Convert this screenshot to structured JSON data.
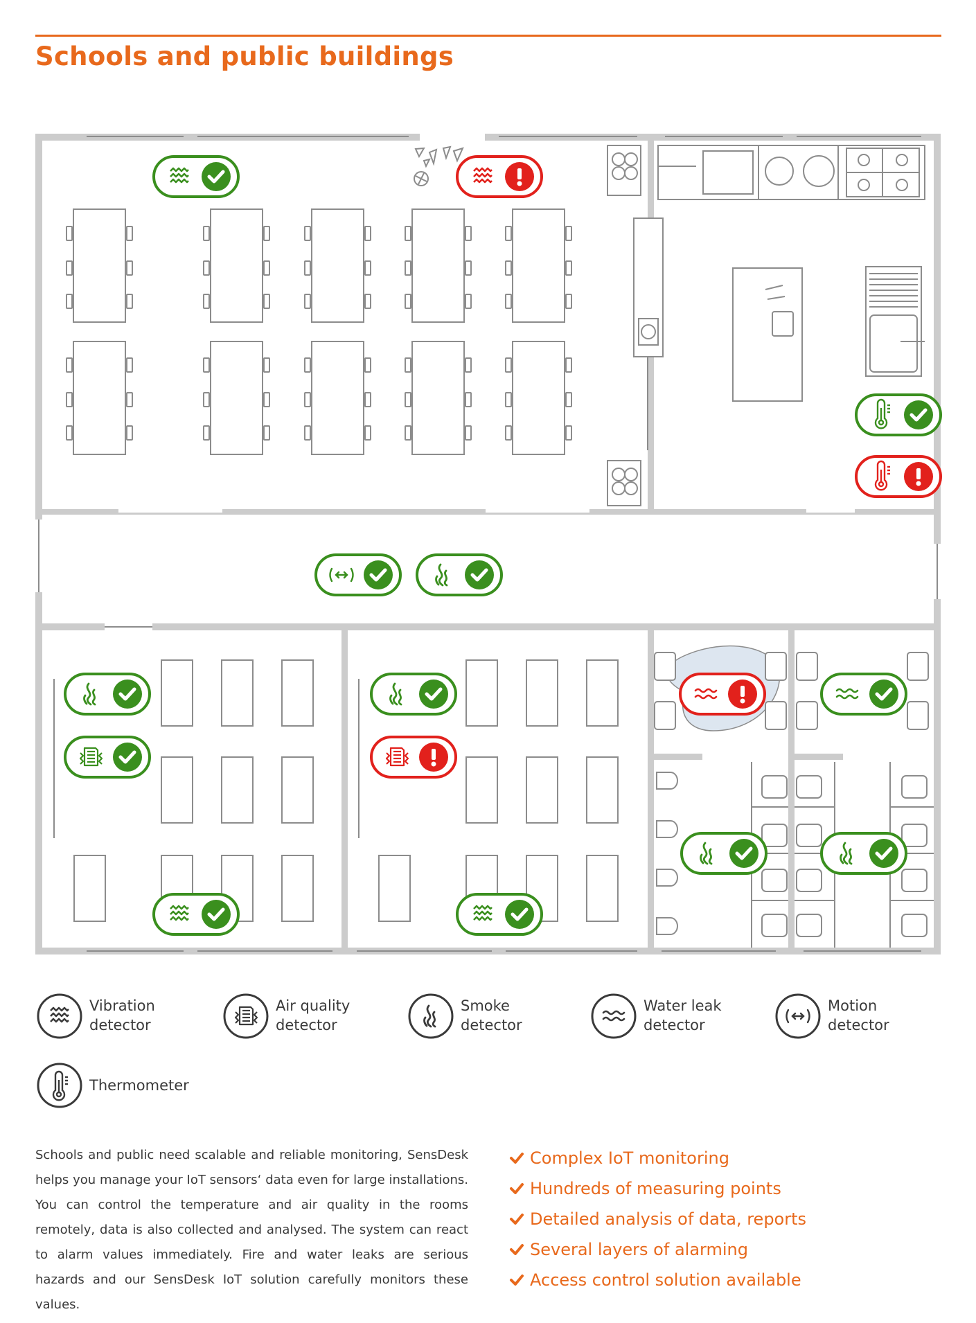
{
  "title": "Schools and public buildings",
  "colors": {
    "accent": "#e8691c",
    "ok": "#3a8f1e",
    "alarm": "#e2211c",
    "wall": "#cccccc",
    "line": "#8c8c8c"
  },
  "badges": [
    {
      "icon": "vibration-icon",
      "status": "ok"
    },
    {
      "icon": "vibration-icon",
      "status": "alarm"
    },
    {
      "icon": "thermometer-icon",
      "status": "ok"
    },
    {
      "icon": "thermometer-icon",
      "status": "alarm"
    },
    {
      "icon": "motion-icon",
      "status": "ok"
    },
    {
      "icon": "smoke-icon",
      "status": "ok"
    },
    {
      "icon": "smoke-icon",
      "status": "ok"
    },
    {
      "icon": "air-quality-icon",
      "status": "ok"
    },
    {
      "icon": "vibration-icon",
      "status": "ok"
    },
    {
      "icon": "smoke-icon",
      "status": "ok"
    },
    {
      "icon": "air-quality-icon",
      "status": "alarm"
    },
    {
      "icon": "vibration-icon",
      "status": "ok"
    },
    {
      "icon": "water-leak-icon",
      "status": "alarm"
    },
    {
      "icon": "water-leak-icon",
      "status": "ok"
    },
    {
      "icon": "smoke-icon",
      "status": "ok"
    },
    {
      "icon": "smoke-icon",
      "status": "ok"
    }
  ],
  "legend": [
    {
      "icon": "vibration-icon",
      "line1": "Vibration",
      "line2": "detector"
    },
    {
      "icon": "air-quality-icon",
      "line1": "Air quality",
      "line2": "detector"
    },
    {
      "icon": "smoke-icon",
      "line1": "Smoke",
      "line2": "detector"
    },
    {
      "icon": "water-leak-icon",
      "line1": "Water leak",
      "line2": "detector"
    },
    {
      "icon": "motion-icon",
      "line1": "Motion",
      "line2": "detector"
    },
    {
      "icon": "thermometer-icon",
      "line1": "Thermometer",
      "line2": ""
    }
  ],
  "paragraph": "Schools and public need scalable and reliable monitoring, SensDesk helps you manage your IoT sensors‘ data even for large installations. You can control the temperature and air quality in the rooms remotely, data is also collected and analysed. The system can react to alarm values immediately. Fire and water leaks are serious hazards and our SensDesk IoT solution carefully monitors these values.",
  "bullets": [
    "Complex IoT monitoring",
    "Hundreds of measuring points",
    "Detailed analysis of data, reports",
    "Several layers of alarming",
    "Access control solution available"
  ]
}
